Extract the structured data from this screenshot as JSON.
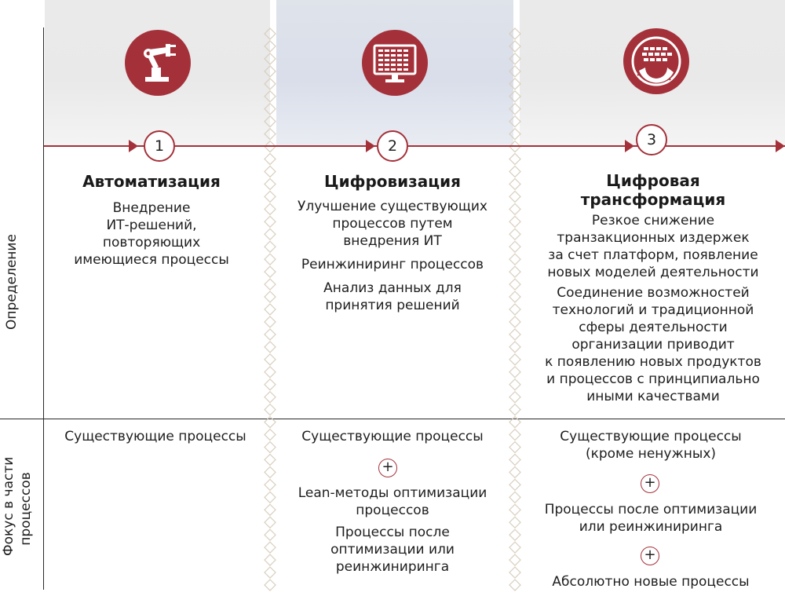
{
  "row_labels": {
    "definition": "Определение",
    "focus_line1": "Фокус в части",
    "focus_line2": "процессов"
  },
  "colors": {
    "accent": "#a4313a",
    "band_highlight": "#d9deea"
  },
  "stages": [
    {
      "number": "1",
      "icon": "robot-arm-icon",
      "title": "Автоматизация",
      "definition": [
        "Внедрение",
        "ИТ-решений,",
        "повторяющих",
        "имеющиеся процессы"
      ],
      "focus": [
        "Существующие процессы"
      ]
    },
    {
      "number": "2",
      "icon": "monitor-grid-icon",
      "title": "Цифровизация",
      "definition": [
        [
          "Улучшение существующих",
          "процессов путем",
          "внедрения ИТ"
        ],
        [
          "Реинжиниринг процессов"
        ],
        [
          "Анализ данных для",
          "принятия решений"
        ]
      ],
      "focus": {
        "a": "Существующие процессы",
        "plus": "+",
        "b": [
          "Lean-методы оптимизации",
          "процессов"
        ],
        "c": [
          "Процессы после",
          "оптимизации или",
          "реинжиниринга"
        ]
      }
    },
    {
      "number": "3",
      "icon": "transformation-wheel-icon",
      "title": [
        "Цифровая",
        "трансформация"
      ],
      "definition": [
        [
          "Резкое снижение",
          "транзакционных издержек",
          "за счет платформ, появление",
          "новых моделей деятельности"
        ],
        [
          "Соединение возможностей",
          "технологий и традиционной",
          "сферы деятельности",
          "организации приводит",
          "к появлению новых продуктов",
          "и процессов с принципиально",
          "иными качествами"
        ]
      ],
      "focus": {
        "a": [
          "Существующие процессы",
          "(кроме ненужных)"
        ],
        "plus": "+",
        "b": [
          "Процессы после оптимизации",
          "или реинжиниринга"
        ],
        "c": "Абсолютно новые процессы"
      }
    }
  ]
}
